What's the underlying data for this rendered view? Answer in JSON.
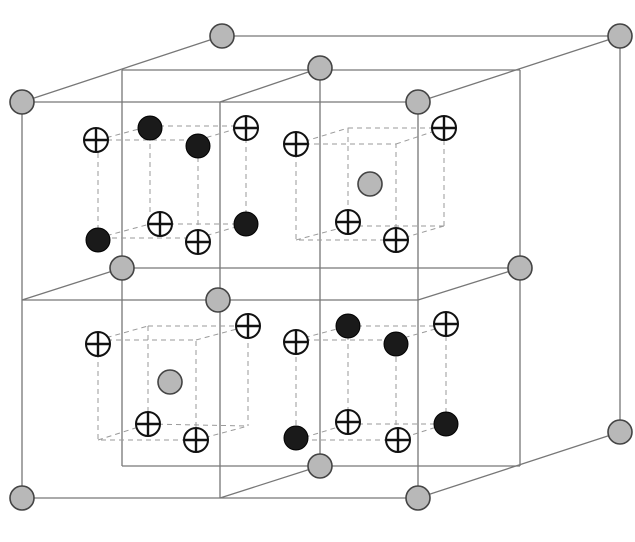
{
  "diagram": {
    "type": "crystal-lattice-unit-cell",
    "atom_kinds": {
      "corner": "grey-sphere",
      "dark": "black-sphere",
      "plus": "circled-plus-symbol"
    },
    "colors": {
      "edge": "#777777",
      "grey_fill": "#b8b8b8",
      "grey_stroke": "#444444",
      "dark_fill": "#1a1a1a",
      "plus_stroke": "#111111",
      "background": "#ffffff"
    },
    "sub_cubes": 8,
    "inner_tetrahedral_cubes": 4
  }
}
